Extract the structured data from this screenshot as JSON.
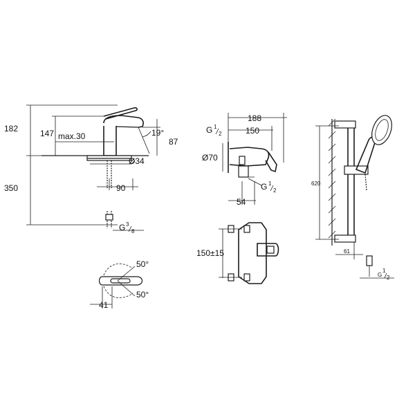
{
  "basin_mixer": {
    "dim_height": "182",
    "dim_spout_height": "147",
    "dim_max": "max.30",
    "dim_angle": "19°",
    "dim_reach": "87",
    "dim_diameter": "Ø34",
    "dim_depth": "350",
    "dim_offset": "90",
    "thread": "G",
    "thread_sup": "3",
    "thread_sub": "8"
  },
  "handle_plan": {
    "angle_top": "50°",
    "angle_bottom": "50°",
    "dim_width": "41"
  },
  "shower_mixer": {
    "dim_width": "188",
    "dim_inner": "150",
    "dim_rosette": "Ø70",
    "dim_depth": "54",
    "thread": "G",
    "thread_sup": "1",
    "thread_sub": "2",
    "thread_top": "G",
    "thread_top_sup": "1",
    "thread_top_sub": "2",
    "dim_centers": "150±15"
  },
  "shower_rail": {
    "dim_length": "620",
    "dim_offset": "61",
    "thread": "G",
    "thread_sup": "1",
    "thread_sub": "2"
  }
}
